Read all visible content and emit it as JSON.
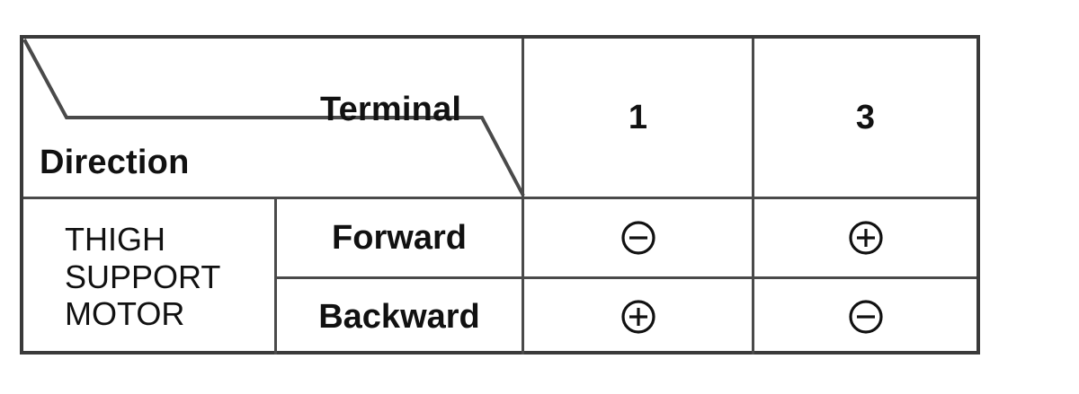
{
  "table": {
    "header": {
      "column_axis_label": "Terminal",
      "row_axis_label": "Direction",
      "terminal_columns": [
        {
          "label": "1"
        },
        {
          "label": "3"
        }
      ]
    },
    "row_group": {
      "name": "THIGH\nSUPPORT\nMOTOR",
      "rows": [
        {
          "direction": "Forward",
          "cells": [
            {
              "terminal": "1",
              "polarity": "minus",
              "glyph": "⊖"
            },
            {
              "terminal": "3",
              "polarity": "plus",
              "glyph": "⊕"
            }
          ]
        },
        {
          "direction": "Backward",
          "cells": [
            {
              "terminal": "1",
              "polarity": "plus",
              "glyph": "⊕"
            },
            {
              "terminal": "3",
              "polarity": "minus",
              "glyph": "⊖"
            }
          ]
        }
      ]
    },
    "colors": {
      "border": "#3a3a3a",
      "grid": "#4a4a4a",
      "text": "#111111",
      "background": "#ffffff"
    }
  }
}
